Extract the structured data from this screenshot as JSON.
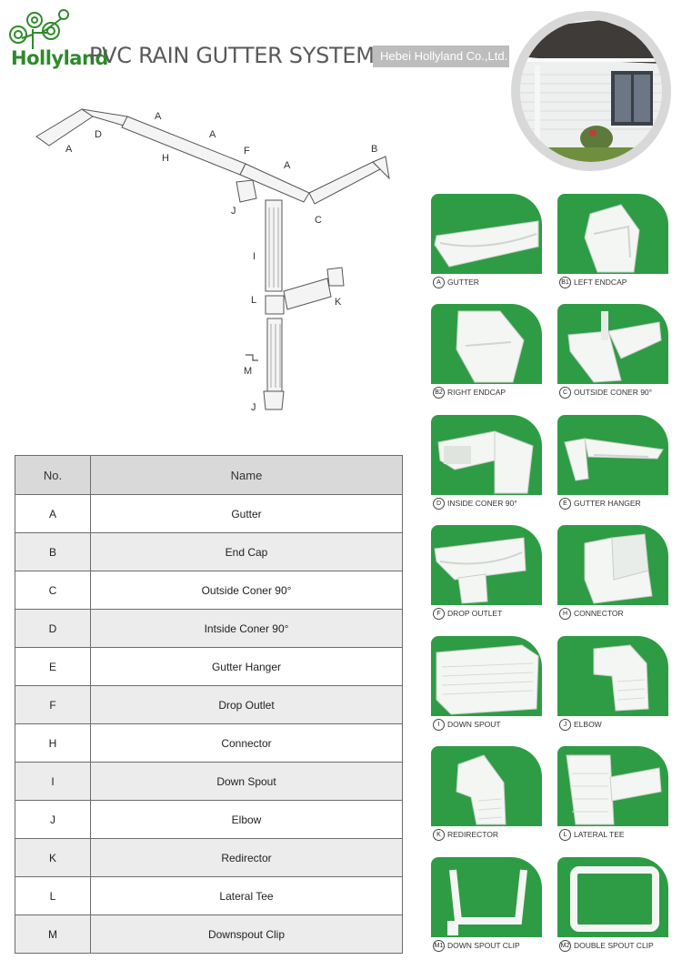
{
  "header": {
    "logo": "Hollyland",
    "title": "PVC RAIN GUTTER SYSTEM",
    "company": "Hebei Hollyland Co.,Ltd."
  },
  "diagram_labels": {
    "a1": "A",
    "a2": "A",
    "a3": "A",
    "a4": "A",
    "b": "B",
    "c": "C",
    "d": "D",
    "f": "F",
    "h": "H",
    "j1": "J",
    "j2": "J",
    "i": "I",
    "l": "L",
    "k": "K",
    "m": "M"
  },
  "table": {
    "col_no": "No.",
    "col_name": "Name",
    "rows": [
      {
        "no": "A",
        "name": "Gutter"
      },
      {
        "no": "B",
        "name": "End Cap"
      },
      {
        "no": "C",
        "name": "Outside Coner 90°"
      },
      {
        "no": "D",
        "name": "Intside Coner 90°"
      },
      {
        "no": "E",
        "name": "Gutter Hanger"
      },
      {
        "no": "F",
        "name": "Drop Outlet"
      },
      {
        "no": "H",
        "name": "Connector"
      },
      {
        "no": "I",
        "name": "Down Spout"
      },
      {
        "no": "J",
        "name": "Elbow"
      },
      {
        "no": "K",
        "name": "Redirector"
      },
      {
        "no": "L",
        "name": "Lateral Tee"
      },
      {
        "no": "M",
        "name": "Downspout Clip"
      }
    ]
  },
  "products": [
    {
      "mark": "A",
      "label": "GUTTER"
    },
    {
      "mark": "B1",
      "label": "LEFT ENDCAP"
    },
    {
      "mark": "B2",
      "label": "RIGHT ENDCAP"
    },
    {
      "mark": "C",
      "label": "OUTSIDE CONER 90°"
    },
    {
      "mark": "D",
      "label": "INSIDE CONER 90°"
    },
    {
      "mark": "E",
      "label": "GUTTER HANGER"
    },
    {
      "mark": "F",
      "label": "DROP OUTLET"
    },
    {
      "mark": "H",
      "label": "CONNECTOR"
    },
    {
      "mark": "I",
      "label": "DOWN SPOUT"
    },
    {
      "mark": "J",
      "label": "ELBOW"
    },
    {
      "mark": "K",
      "label": "REDIRECTOR"
    },
    {
      "mark": "L",
      "label": "LATERAL TEE"
    },
    {
      "mark": "M1",
      "label": "DOWN SPOUT CLIP"
    },
    {
      "mark": "M2",
      "label": "DOUBLE SPOUT CLIP"
    }
  ],
  "colors": {
    "brand_green": "#2f8a2b",
    "card_green": "#2e9c45",
    "header_gray": "#d9d9d9"
  }
}
